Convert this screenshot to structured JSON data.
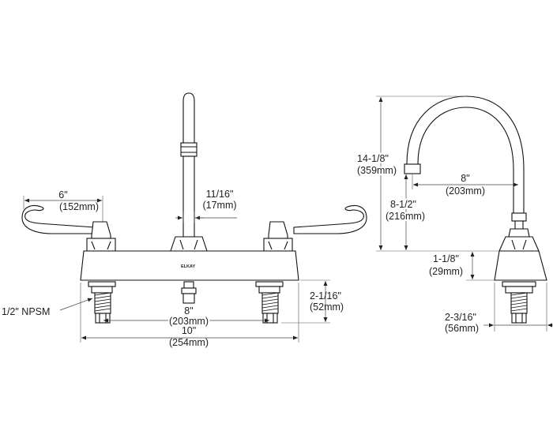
{
  "brand_mark": "ELKAY",
  "front_view": {
    "handle_reach": {
      "imperial": "6\"",
      "metric": "(152mm)"
    },
    "spout_diameter": {
      "imperial": "11/16\"",
      "metric": "(17mm)"
    },
    "thread_note": "1/2\" NPSM",
    "deck_to_shank": {
      "imperial": "2-1/16\"",
      "metric": "(52mm)"
    },
    "centers": {
      "imperial": "8\"",
      "metric": "(203mm)"
    },
    "overall_width": {
      "imperial": "10\"",
      "metric": "(254mm)"
    }
  },
  "side_view": {
    "overall_height": {
      "imperial": "14-1/8\"",
      "metric": "(359mm)"
    },
    "spout_reach": {
      "imperial": "8\"",
      "metric": "(203mm)"
    },
    "spout_outlet_height": {
      "imperial": "8-1/2\"",
      "metric": "(216mm)"
    },
    "body_height": {
      "imperial": "1-1/8\"",
      "metric": "(29mm)"
    },
    "body_depth": {
      "imperial": "2-3/16\"",
      "metric": "(56mm)"
    }
  }
}
